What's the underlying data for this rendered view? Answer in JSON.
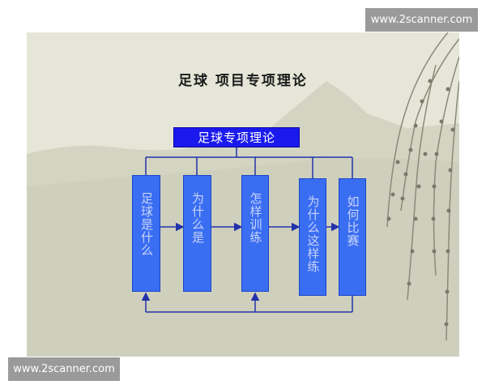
{
  "title": "足球 项目专项理论",
  "root": "足球专项理论",
  "boxes": [
    "足球是什么",
    "为什么是",
    "怎样训练",
    "为什么这样练",
    "如何比赛"
  ],
  "watermark": "www.2scanner.com",
  "colors": {
    "background": "#e6e6d8",
    "box": "#3a6ef2",
    "root_box": "#1a1aee",
    "connector": "#2233aa"
  }
}
